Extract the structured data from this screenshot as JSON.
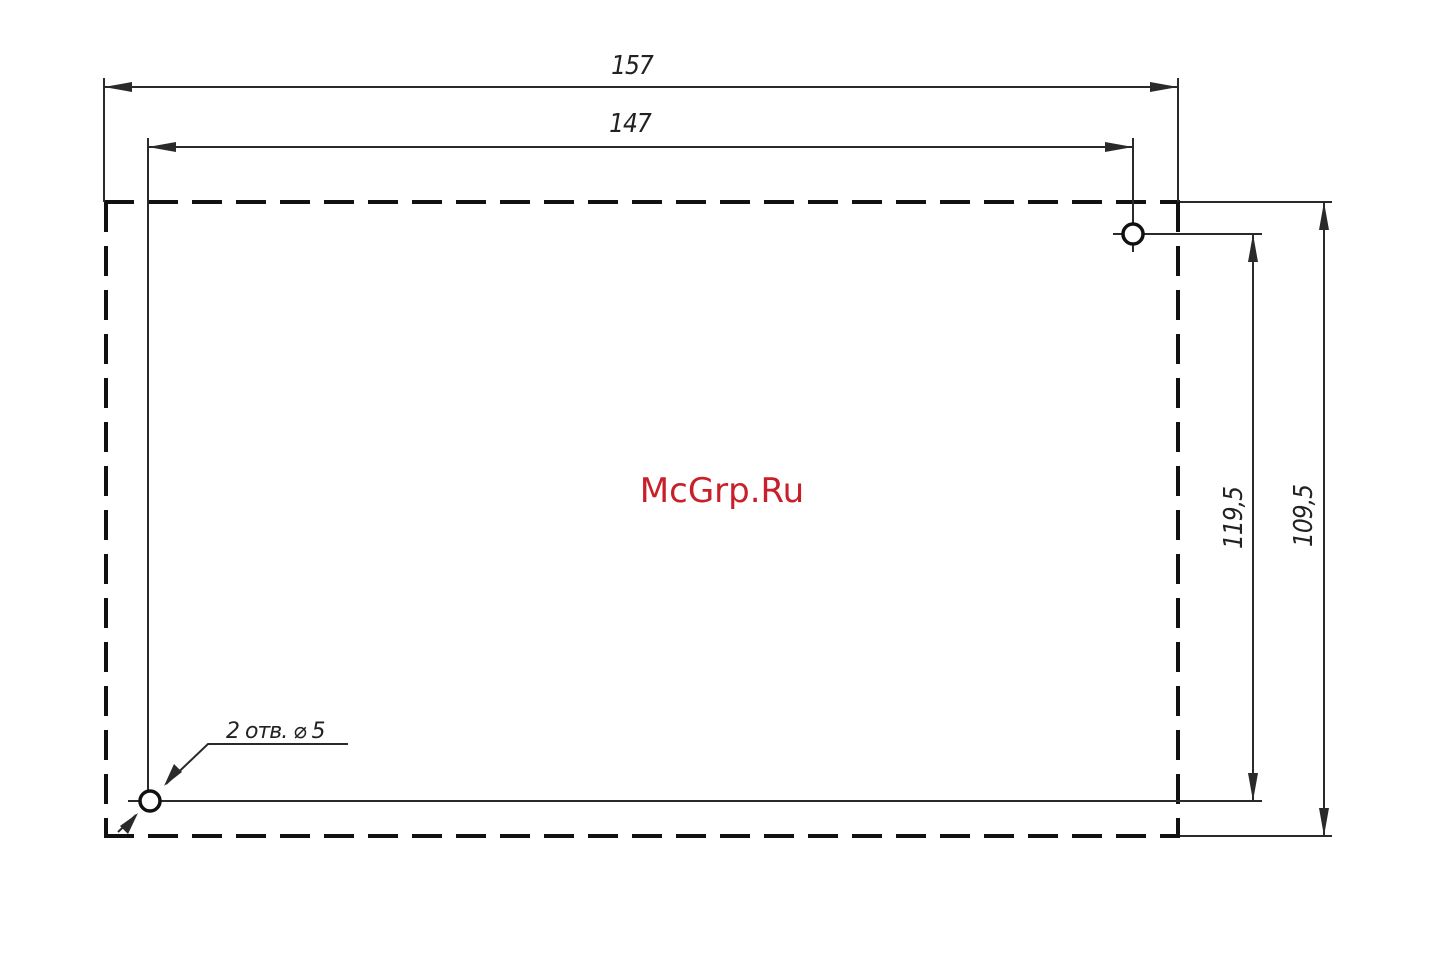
{
  "dimensions": {
    "overall_width": "157",
    "hole_spacing_horizontal": "147",
    "hole_spacing_vertical": "119,5",
    "overall_height": "109,5"
  },
  "hole_note": "2 отв. ⌀ 5",
  "watermark": "McGrp.Ru",
  "colors": {
    "line": "#2a2a2a",
    "outline": "#111111",
    "watermark": "#c8202a"
  }
}
